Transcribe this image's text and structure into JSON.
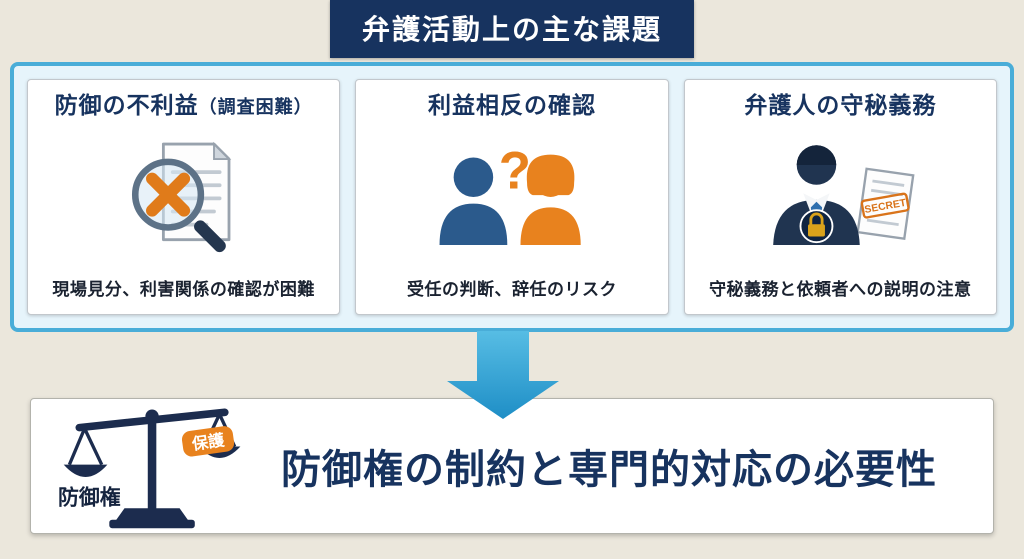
{
  "title": "弁護活動上の主な課題",
  "cards": [
    {
      "title": "防御の不利益",
      "title_sub": "（調査困難）",
      "icon": "magnifier-x-document-icon",
      "caption": "現場見分、利害関係の確認が困難"
    },
    {
      "title": "利益相反の確認",
      "icon": "conflict-two-persons-icon",
      "question_mark": "?",
      "caption": "受任の判断、辞任のリスク"
    },
    {
      "title": "弁護人の守秘義務",
      "icon": "lawyer-confidential-lock-icon",
      "stamp": "SECRET",
      "caption": "守秘義務と依頼者への説明の注意"
    }
  ],
  "conclusion": {
    "text": "防御権の制約と専門的対応の必要性",
    "scale_left_label": "防御権",
    "scale_right_label": "保護",
    "icon": "balance-scale-icon"
  },
  "colors": {
    "background": "#ebe7dc",
    "navy": "#17335f",
    "panel_border": "#49add8",
    "panel_fill": "#e6f4fb",
    "arrow_blue": "#2f9fd6",
    "orange": "#e8821e"
  }
}
